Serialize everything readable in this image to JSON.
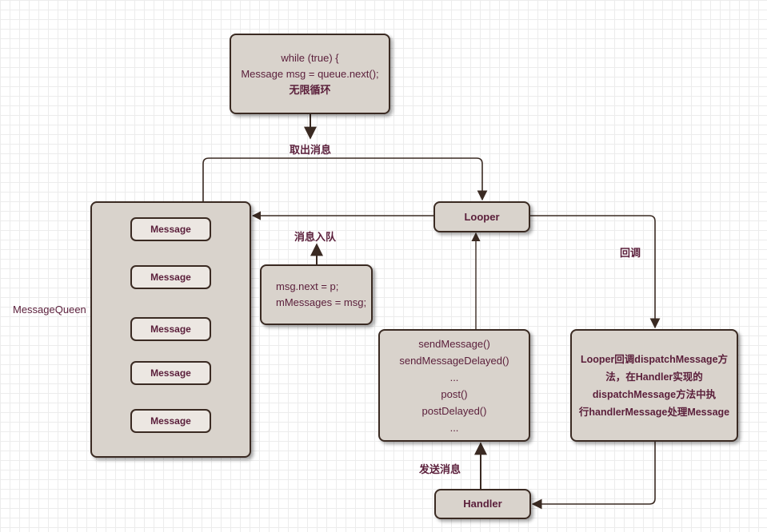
{
  "loop_box": {
    "lines": [
      "while (true) {",
      "Message msg = queue.next();",
      "无限循环"
    ]
  },
  "looper_label": "Looper",
  "handler_label": "Handler",
  "queue_label": "MessageQueen",
  "message_label": "Message",
  "enqueue_box": {
    "lines": [
      "msg.next = p;",
      "mMessages = msg;"
    ]
  },
  "send_box": {
    "lines": [
      "sendMessage()",
      "sendMessageDelayed()",
      "...",
      "post()",
      "postDelayed()",
      "..."
    ]
  },
  "callback_box": {
    "lines": [
      "Looper回调dispatchMessage方",
      "法，在Handler实现的",
      "dispatchMessage方法中执",
      "行handlerMessage处理Message"
    ]
  },
  "edge_labels": {
    "take_message": "取出消息",
    "enqueue": "消息入队",
    "callback": "回调",
    "send_message": "发送消息"
  },
  "colors": {
    "box_fill": "#d9d3cc",
    "box_border": "#3a2a22",
    "text": "#5a1e3a",
    "line": "#3a2a22"
  }
}
